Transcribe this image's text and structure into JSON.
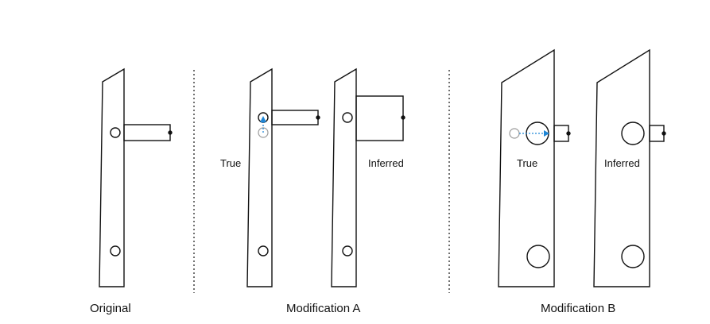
{
  "panels": {
    "original": {
      "caption": "Original"
    },
    "modification_a": {
      "caption": "Modification A",
      "true_label": "True",
      "inferred_label": "Inferred"
    },
    "modification_b": {
      "caption": "Modification B",
      "true_label": "True",
      "inferred_label": "Inferred"
    }
  },
  "colors": {
    "stroke": "#111111",
    "ghost": "#9a9a9a",
    "arrow": "#1f86d6"
  }
}
